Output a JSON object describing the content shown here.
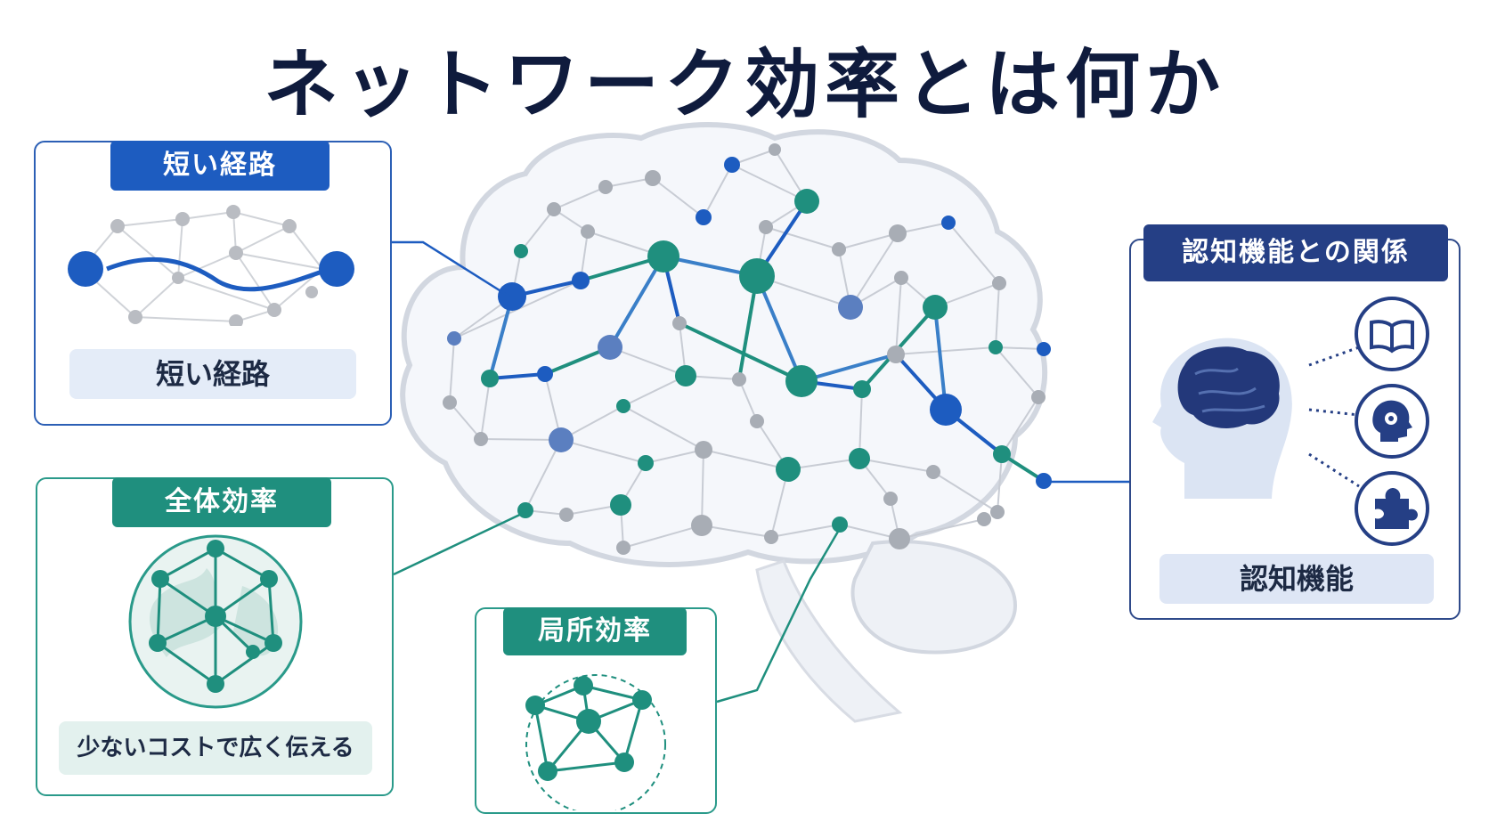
{
  "title": "ネットワーク効率とは何か",
  "panels": {
    "short_path": {
      "tag": "短い経路",
      "label": "短い経路"
    },
    "global_efficiency": {
      "tag": "全体効率",
      "label": "少ないコストで広く伝える"
    },
    "local_efficiency": {
      "tag": "局所効率"
    },
    "cognition": {
      "tag": "認知機能との関係",
      "label": "認知機能"
    }
  },
  "icons": [
    "book-icon",
    "head-gear-icon",
    "puzzle-icon"
  ],
  "colors": {
    "blue": "#1d5cc0",
    "teal": "#1f8f7e",
    "navy": "#253f85",
    "gray_node": "#a8adb5"
  }
}
